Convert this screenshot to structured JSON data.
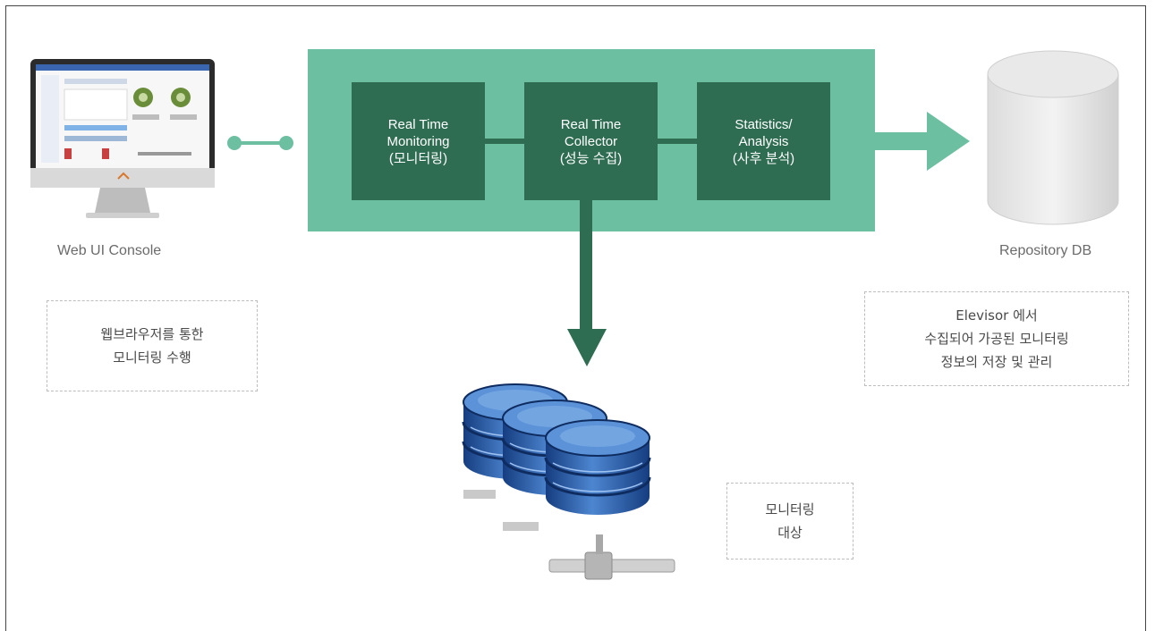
{
  "components": {
    "console_label": "Web UI Console",
    "repository_label": "Repository DB"
  },
  "modules": [
    {
      "label": "Real Time\nMonitoring\n(모니터링)"
    },
    {
      "label": "Real Time\nCollector\n(성능 수집)"
    },
    {
      "label": "Statistics/\nAnalysis\n(사후 분석)"
    }
  ],
  "notes": {
    "console_note": "웹브라우저를 통한\n모니터링 수행",
    "repository_note": "Elevisor 에서\n수집되어 가공된 모니터링\n정보의 저장 및 관리",
    "target_note": "모니터링\n대상"
  },
  "colors": {
    "band": "#6dbfa2",
    "module": "#2e6d52",
    "arrow_light": "#6dbfa2",
    "arrow_dark": "#2e6d52",
    "db_blue": "#2f5ea8"
  },
  "icons": [
    "monitor-icon",
    "connector-icon",
    "database-cylinder-icon",
    "server-stack-icon"
  ]
}
